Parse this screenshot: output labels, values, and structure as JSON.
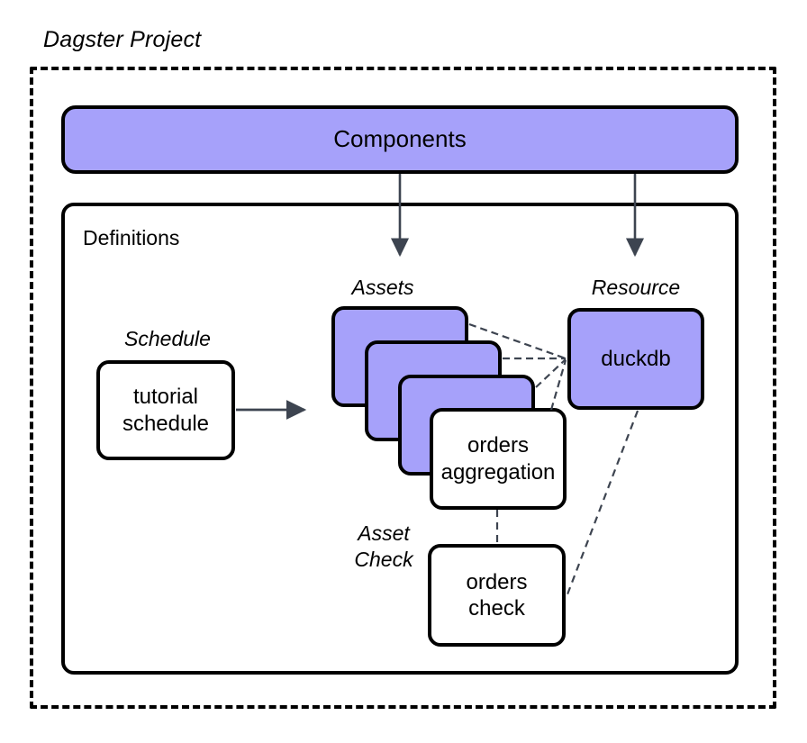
{
  "diagram": {
    "title": "Dagster Project",
    "containers": {
      "definitions_label": "Definitions"
    },
    "nodes": {
      "components": "Components",
      "duckdb": "duckdb",
      "orders_aggregation": "orders\naggregation",
      "orders_check": "orders\ncheck",
      "tutorial_schedule": "tutorial\nschedule"
    },
    "group_labels": {
      "schedule": "Schedule",
      "assets": "Assets",
      "resource": "Resource",
      "asset_check": "Asset\nCheck"
    },
    "colors": {
      "node_fill_purple": "#a6a1fa",
      "node_fill_white": "#ffffff",
      "stroke": "#000000",
      "arrow": "#3d4450",
      "dashed_connector": "#3d4450",
      "background": "#ffffff"
    },
    "edges": [
      {
        "id": "components-to-assets",
        "style": "solid",
        "from": "components",
        "to": "assets-stack"
      },
      {
        "id": "components-to-resource",
        "style": "solid",
        "from": "components",
        "to": "duckdb"
      },
      {
        "id": "schedule-to-assets",
        "style": "solid",
        "from": "tutorial-schedule",
        "to": "assets-stack"
      },
      {
        "id": "asset1-to-duckdb",
        "style": "dashed",
        "from": "asset-card-1",
        "to": "duckdb"
      },
      {
        "id": "asset2-to-duckdb",
        "style": "dashed",
        "from": "asset-card-2",
        "to": "duckdb"
      },
      {
        "id": "asset3-to-duckdb",
        "style": "dashed",
        "from": "asset-card-3",
        "to": "duckdb"
      },
      {
        "id": "orders-aggregation-to-duckdb",
        "style": "dashed",
        "from": "orders-aggregation",
        "to": "duckdb"
      },
      {
        "id": "orders-aggregation-to-check",
        "style": "dashed",
        "from": "orders-aggregation",
        "to": "orders-check"
      },
      {
        "id": "duckdb-to-orders-check",
        "style": "dashed",
        "from": "duckdb",
        "to": "orders-check"
      }
    ]
  }
}
